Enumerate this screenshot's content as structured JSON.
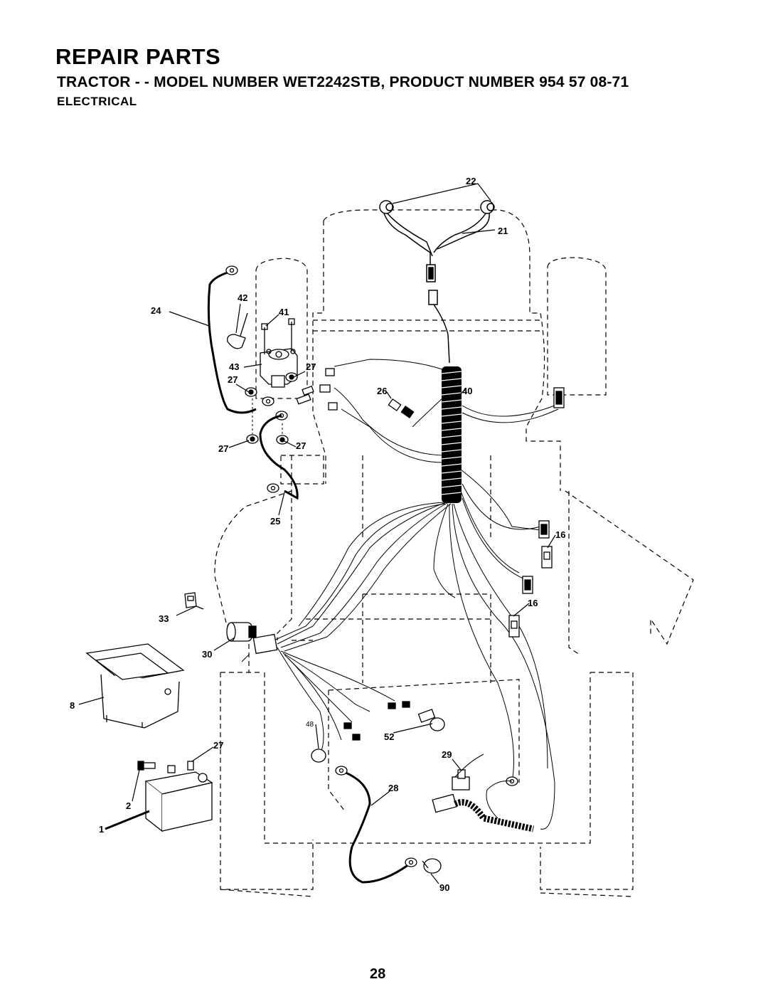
{
  "header": {
    "title": "REPAIR PARTS",
    "subtitle": "TRACTOR - - MODEL NUMBER WET2242STB, PRODUCT NUMBER 954 57 08-71",
    "section": "ELECTRICAL"
  },
  "callouts": {
    "c22": "22",
    "c21": "21",
    "c42": "42",
    "c24": "24",
    "c41": "41",
    "c43": "43",
    "c27a": "27",
    "c27b": "27",
    "c26": "26",
    "c40": "40",
    "c27c": "27",
    "c27d": "27",
    "c25": "25",
    "c16a": "16",
    "c16b": "16",
    "c33": "33",
    "c30": "30",
    "c8": "8",
    "c48": "48",
    "c52": "52",
    "c27e": "27",
    "c29": "29",
    "c28": "28",
    "c2": "2",
    "c1": "1",
    "c90": "90"
  },
  "page_number": "28"
}
